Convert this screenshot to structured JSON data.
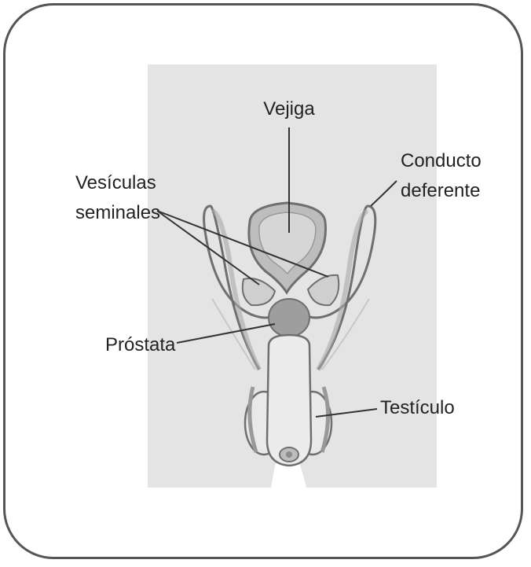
{
  "diagram": {
    "labels": {
      "bladder": "Vejiga",
      "vas_deferens_line1": "Conducto",
      "vas_deferens_line2": "deferente",
      "seminal_vesicles_line1": "Vesículas",
      "seminal_vesicles_line2": "seminales",
      "prostate": "Próstata",
      "testicle": "Testículo"
    },
    "colors": {
      "body_silhouette": "#e4e4e4",
      "organ_fill": "#cfcfcf",
      "organ_dark": "#a9a9a9",
      "outline": "#6f6f6f",
      "label_text": "#222222",
      "frame_border": "#555555"
    }
  }
}
